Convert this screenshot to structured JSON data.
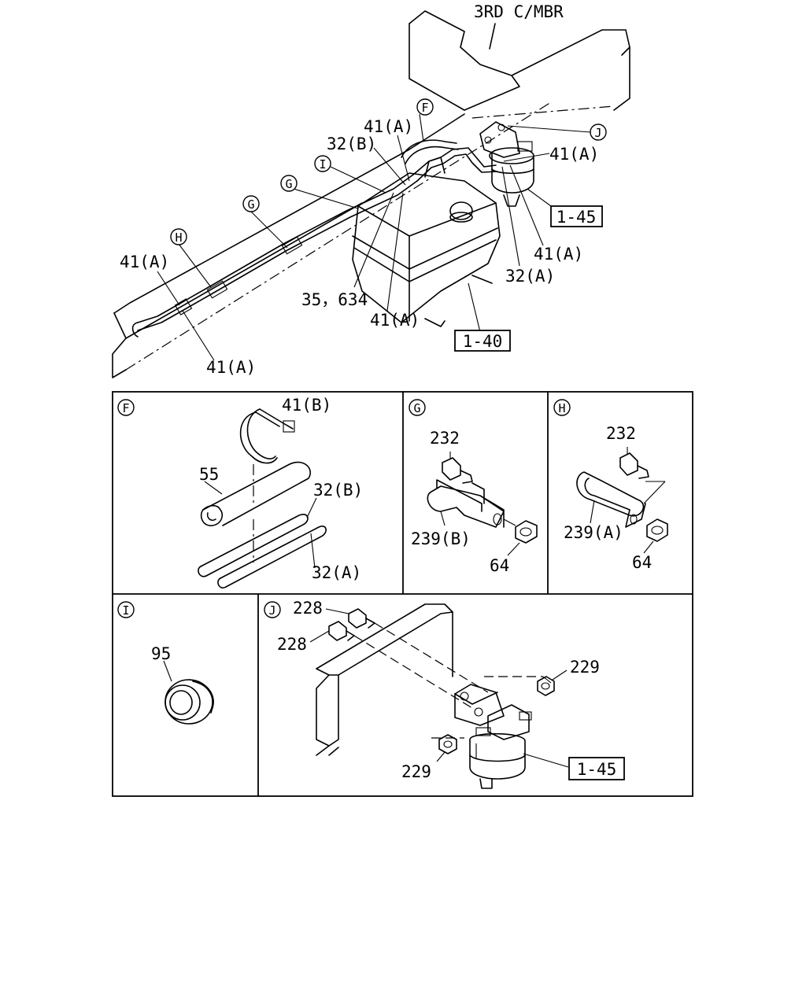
{
  "header": {
    "member_label": "3RD C/MBR"
  },
  "callouts": {
    "main": {
      "f": "F",
      "j": "J",
      "i": "I",
      "g": "G",
      "h": "H",
      "l41a_top": "41(A)",
      "l32b": "32(B)",
      "l41a_right": "41(A)",
      "l41a_left": "41(A)",
      "l41a_bottom_left": "41(A)",
      "l35_634": "35，634",
      "l41a_tank": "41(A)",
      "l41a_filter": "41(A)",
      "l32a": "32(A)",
      "ref_1_45": "1-45",
      "ref_1_40": "1-40"
    },
    "panel_f": {
      "tag": "F",
      "l41b": "41(B)",
      "l55": "55",
      "l32b": "32(B)",
      "l32a": "32(A)"
    },
    "panel_g": {
      "tag": "G",
      "l232": "232",
      "l239b": "239(B)",
      "l64": "64"
    },
    "panel_h": {
      "tag": "H",
      "l232": "232",
      "l239a": "239(A)",
      "l64": "64"
    },
    "panel_i": {
      "tag": "I",
      "l95": "95"
    },
    "panel_j": {
      "tag": "J",
      "l228a": "228",
      "l228b": "228",
      "l229a": "229",
      "l229b": "229",
      "ref_1_45": "1-45"
    }
  }
}
